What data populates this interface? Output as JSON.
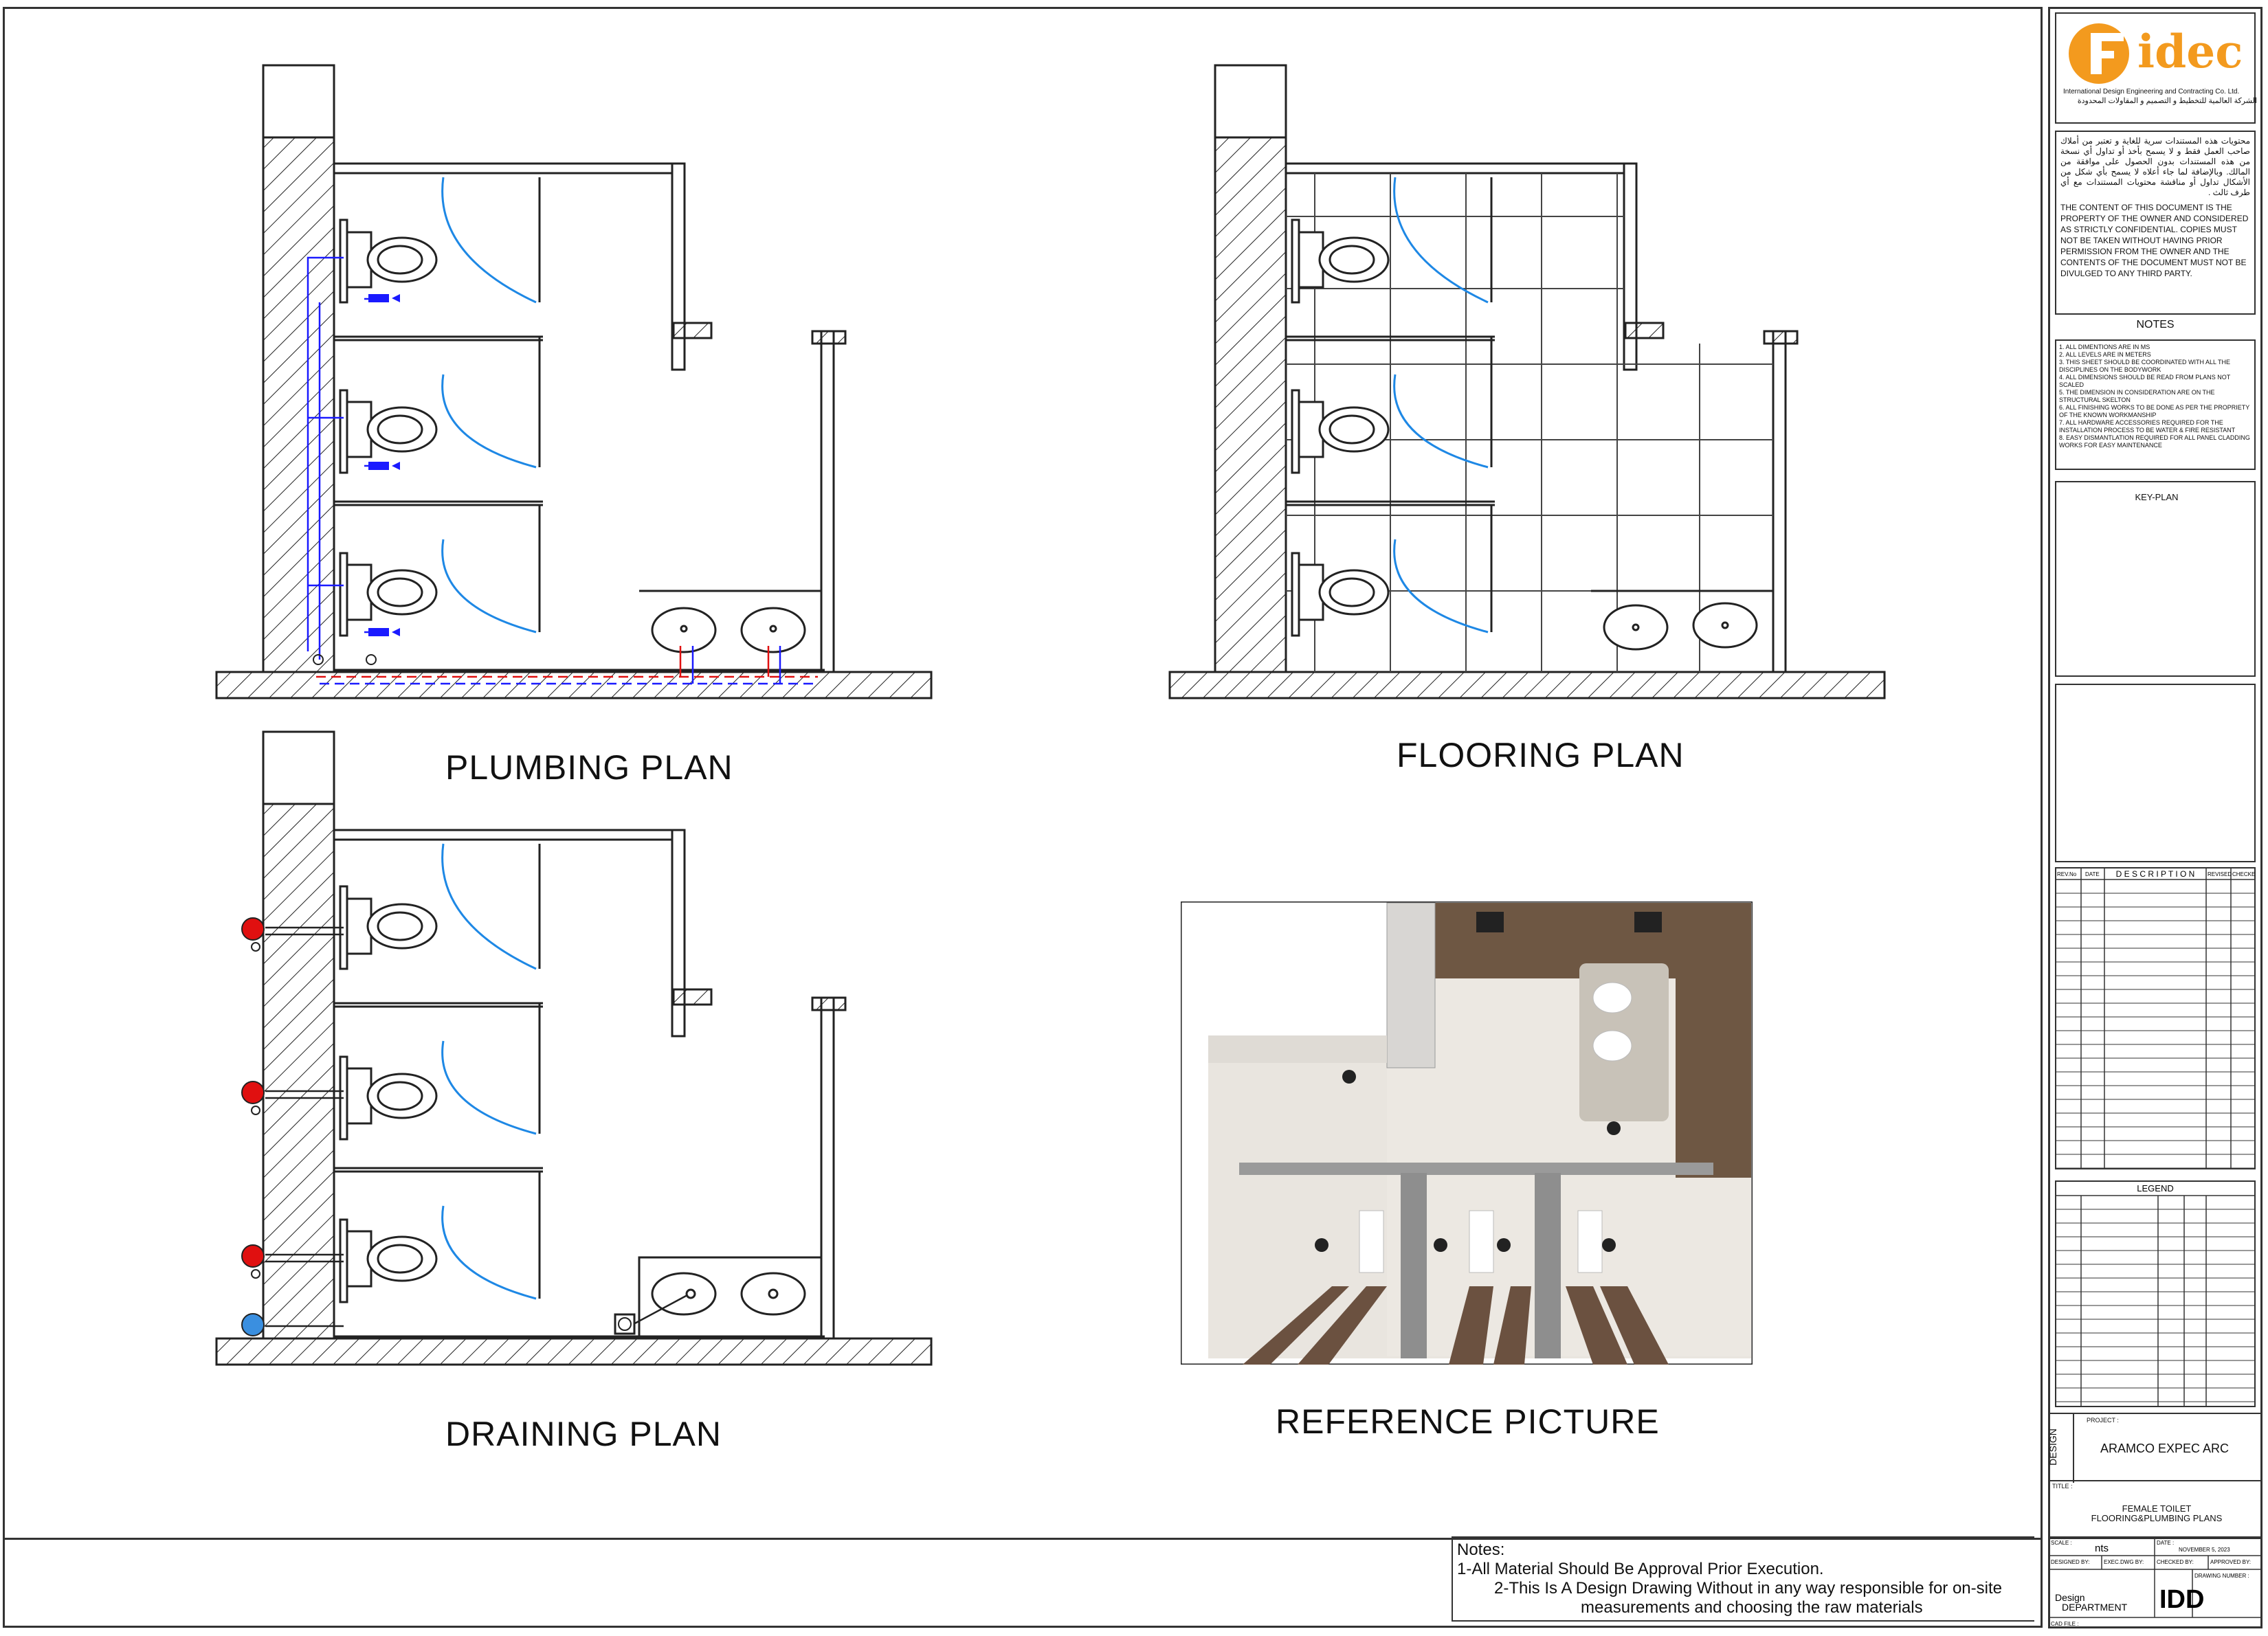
{
  "plans": {
    "plumbing": "PLUMBING PLAN",
    "flooring": "FLOORING  PLAN",
    "draining": "DRAINING PLAN",
    "reference": "REFERENCE PICTURE"
  },
  "logo": {
    "name": "idec",
    "subtitle": "International Design Engineering and Contracting Co. Ltd.",
    "arabic": "الشركة العالمية للتخطيط و التصميم و المقاولات المحدودة"
  },
  "confidential": {
    "arabic": "محتويات هذه المستندات سرية للغاية و تعتبر من أملاك صاحب العمل فقط و لا يسمح بأخذ أو تداول أي نسخة من هذه المستندات بدون الحصول على موافقة من المالك. وبالإضافة لما جاء أعلاه لا يسمح بأي شكل من الأشكال تداول أو مناقشة محتويات المستندات مع أي طرف ثالث .",
    "english": "THE CONTENT OF THIS DOCUMENT IS THE PROPERTY OF THE OWNER AND CONSIDERED AS STRICTLY CONFIDENTIAL. COPIES MUST NOT BE TAKEN WITHOUT HAVING PRIOR PERMISSION FROM THE OWNER AND THE CONTENTS OF THE DOCUMENT MUST NOT BE DIVULGED TO ANY THIRD PARTY."
  },
  "notes_heading": "NOTES",
  "notes": [
    "1.      ALL DIMENTIONS ARE IN MS",
    "2.      ALL LEVELS ARE IN METERS",
    "3.      THIS SHEET SHOULD BE COORDINATED WITH ALL THE  DISCIPLINES ON THE BODYWORK",
    "4.      ALL DIMENSIONS SHOULD BE READ FROM PLANS NOT SCALED",
    "5.      THE DIMENSION IN CONSIDERATION ARE ON THE STRUCTURAL SKELTON",
    "6.      ALL FINISHING WORKS TO BE DONE AS PER THE PROPRIETY OF THE KNOWN WORKMANSHIP",
    "7.      ALL HARDWARE ACCESSORIES REQUIRED FOR THE INSTALLATION PROCESS TO BE WATER & FIRE RESISTANT",
    "8.      EASY DISMANTLATION REQUIRED FOR ALL PANEL CLADDING WORKS FOR EASY MAINTENANCE"
  ],
  "keyplan": "KEY-PLAN",
  "revision": {
    "rev_no": "REV.No",
    "date": "DATE",
    "description": "D E S C R I P T I O N",
    "revised": "REVISED",
    "checked": "CHECKED"
  },
  "legend": "LEGEND",
  "project": {
    "side_label": "DESIGN",
    "label": "PROJECT :",
    "name": "ARAMCO EXPEC ARC",
    "title_label": "TITLE :",
    "title_line1": "FEMALE TOILET",
    "title_line2": "FLOORING&PLUMBING PLANS"
  },
  "info": {
    "scale_label": "SCALE :",
    "scale": "nts",
    "date_label": "DATE :",
    "date": "NOVEMBER 5, 2023",
    "designed_by": "DESIGNED BY:",
    "exec_dwg_by": "EXEC.DWG BY:",
    "checked_by": "CHECKED  BY:",
    "approved_by": "APPROVED BY:",
    "design": "Design",
    "department": "DEPARTMENT",
    "drawing_number": "DRAWING NUMBER :",
    "stamp": "IDD",
    "cad_file": "CAD FILE :"
  },
  "bottom_notes": {
    "heading": "Notes:",
    "line1": "1-All Material Should Be Approval Prior Execution.",
    "line2": "2-This Is A Design Drawing Without in any way responsible for on-site",
    "line3": "measurements and choosing the raw materials"
  },
  "colors": {
    "door_arc": "#1e88e5",
    "cold_water": "#1a1aff",
    "hot_water": "#e01010",
    "logo_orange": "#f39a1e"
  }
}
